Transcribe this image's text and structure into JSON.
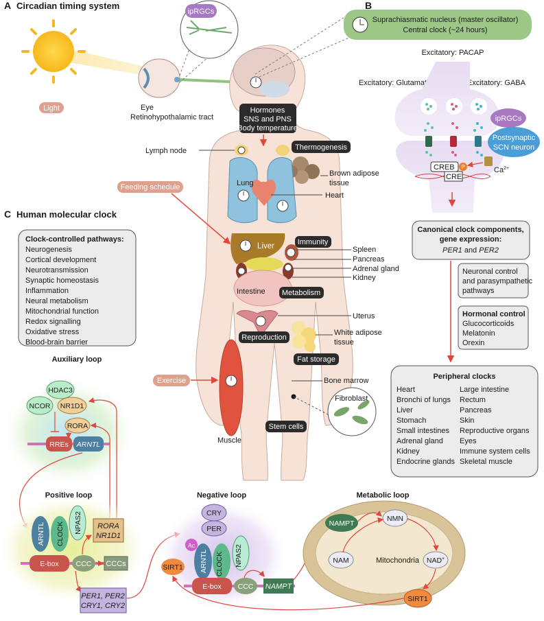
{
  "panels": {
    "a_letter": "A",
    "a_title": "Circadian timing system",
    "b_letter": "B",
    "c_letter": "C",
    "c_title": "Human molecular clock"
  },
  "panel_a": {
    "ipRGCs": "ipRGCs",
    "light": "Light",
    "eye": "Eye",
    "tract": "Retinohypothalamic tract",
    "hormones_box": [
      "Hormones",
      "SNS and PNS",
      "Body temperature"
    ],
    "lymph_node": "Lymph node",
    "thermogenesis": "Thermogenesis",
    "brown_adipose": [
      "Brown adipose",
      "tissue"
    ],
    "lung": "Lung",
    "heart": "Heart",
    "feeding": "Feeding schedule",
    "liver": "Liver",
    "immunity": "Immunity",
    "spleen": "Spleen",
    "pancreas": "Pancreas",
    "adrenal": "Adrenal gland",
    "kidney": "Kidney",
    "intestine": "Intestine",
    "metabolism": "Metabolism",
    "uterus": "Uterus",
    "reproduction": "Reproduction",
    "white_adipose": [
      "White adipose",
      "tissue"
    ],
    "fat_storage": "Fat storage",
    "exercise": "Exercise",
    "bone_marrow": "Bone marrow",
    "fibroblast": "Fibroblast",
    "muscle": "Muscle",
    "stem_cells": "Stem cells"
  },
  "panel_b": {
    "scn_box": [
      "Suprachiasmatic nucleus (master oscillator)",
      "Central clock (~24 hours)"
    ],
    "pacap": "Excitatory: PACAP",
    "glutamate": "Excitatory: Glutamate",
    "gaba": "Excitatory: GABA",
    "ipRGCs": "ipRGCs",
    "postsynaptic": [
      "Postsynaptic",
      "SCN neuron"
    ],
    "creb": "CREB",
    "p": "P",
    "cre": "CRE",
    "ca": "Ca",
    "ca_sup": "2+",
    "canonical_title": [
      "Canonical clock components,",
      "gene expression:"
    ],
    "per1": "PER1",
    "and": " and ",
    "per2": "PER2",
    "neuronal": [
      "Neuronal control",
      "and parasympathetic",
      "pathways"
    ],
    "hormonal_title": "Hormonal control",
    "hormonal_items": [
      "Glucocorticoids",
      "Melatonin",
      "Orexin"
    ],
    "peripheral_title": "Peripheral clocks",
    "peripheral_left": [
      "Heart",
      "Bronchi of lungs",
      "Liver",
      "Stomach",
      "Small intestines",
      "Adrenal gland",
      "Kidney",
      "Endocrine glands"
    ],
    "peripheral_right": [
      "Large intestine",
      "Rectum",
      "Pancreas",
      "Skin",
      "Reproductive organs",
      "Eyes",
      "Immune system cells",
      "Skeletal muscle"
    ]
  },
  "panel_c": {
    "pathways_title": "Clock-controlled pathways:",
    "pathways": [
      "Neurogenesis",
      "Cortical development",
      "Neurotransmission",
      "Synaptic homeostasis",
      "Inflammation",
      "Neural metabolism",
      "Mitochondrial function",
      "Redox signalling",
      "Oxidative stress",
      "Blood-brain barrier"
    ],
    "aux_title": "Auxiliary loop",
    "hdac3": "HDAC3",
    "ncor": "NCOR",
    "nr1d1": "NR1D1",
    "rora": "RORA",
    "rres": "RREs",
    "arntl": "ARNTL",
    "pos_title": "Positive loop",
    "clock": "CLOCK",
    "npas2": "NPAS2",
    "ebox": "E-box",
    "ccc": "CCC",
    "cccs": "CCCs",
    "rora_nr1d1": [
      "RORA",
      "NR1D1"
    ],
    "per_cry": [
      "PER1, PER2",
      "CRY1, CRY2"
    ],
    "neg_title": "Negative loop",
    "cry": "CRY",
    "per": "PER",
    "ac": "Ac",
    "sirt1": "SIRT1",
    "nampt": "NAMPT",
    "met_title": "Metabolic loop",
    "nmn": "NMN",
    "nam": "NAM",
    "nad": "NAD",
    "nad_sup": "+",
    "mito": "Mitochondria"
  },
  "colors": {
    "label_black": "#2b2b2b",
    "light_salmon": "#e0a08e",
    "scn_green": "#9cc787",
    "lung_blue": "#8fc3dd",
    "liver_brown": "#a97b28",
    "muscle_red": "#e0533f",
    "purple": "#9b6bb5",
    "dna_pink": "#d66fb6",
    "arntl_blue": "#4d7fa0",
    "clock_green": "#5db88c",
    "ebox_red": "#c9544c",
    "mito_tan": "#d9c49a",
    "sirt_orange": "#f08a3e",
    "nampt_green": "#3f7a52",
    "arrow_red": "#e0463a"
  }
}
